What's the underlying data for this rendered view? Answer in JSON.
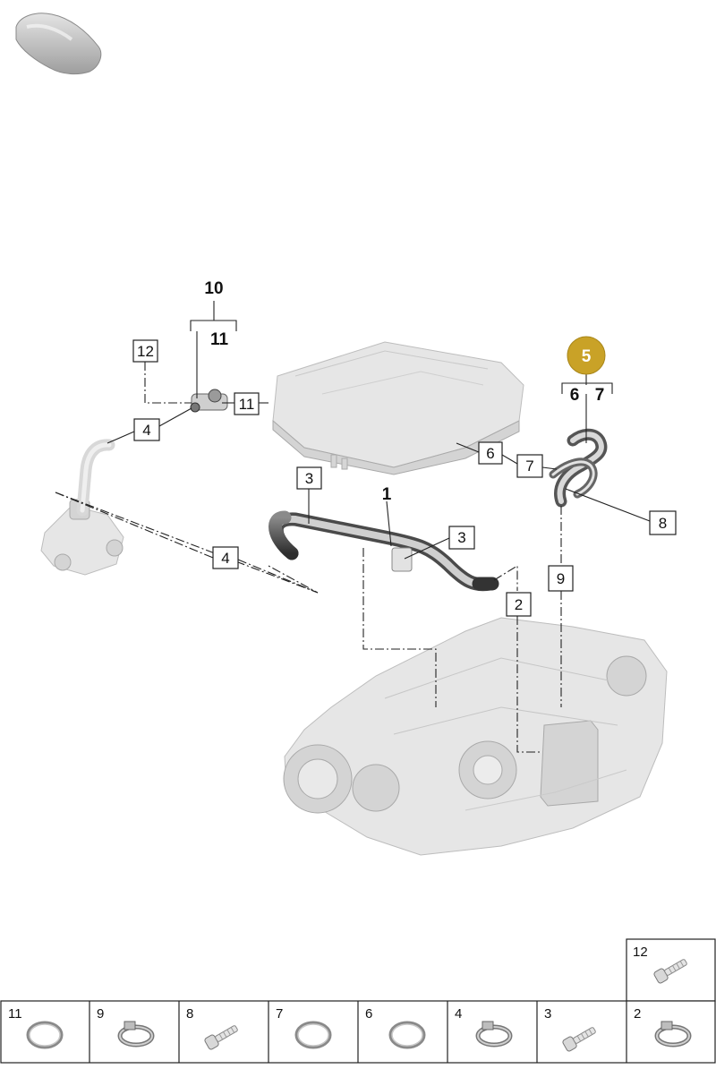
{
  "callouts": {
    "c1": "1",
    "c2": "2",
    "c3a": "3",
    "c3b": "3",
    "c4a": "4",
    "c4b": "4",
    "c5": "5",
    "c6": "6",
    "c6h": "6",
    "c7": "7",
    "c7h": "7",
    "c8": "8",
    "c9": "9",
    "c10": "10",
    "c11a": "11",
    "c11b": "11",
    "c12": "12"
  },
  "highlight_color": "#c9a227",
  "parts_table": {
    "top_cell": {
      "label": "12",
      "icon": "bolt-icon"
    },
    "cells": [
      {
        "label": "11",
        "icon": "o-ring-icon"
      },
      {
        "label": "9",
        "icon": "hose-clamp-icon"
      },
      {
        "label": "8",
        "icon": "bolt-icon"
      },
      {
        "label": "7",
        "icon": "o-ring-icon"
      },
      {
        "label": "6",
        "icon": "o-ring-icon"
      },
      {
        "label": "4",
        "icon": "hose-clamp-icon"
      },
      {
        "label": "3",
        "icon": "bolt-icon"
      },
      {
        "label": "2",
        "icon": "hose-clamp-icon"
      }
    ]
  }
}
